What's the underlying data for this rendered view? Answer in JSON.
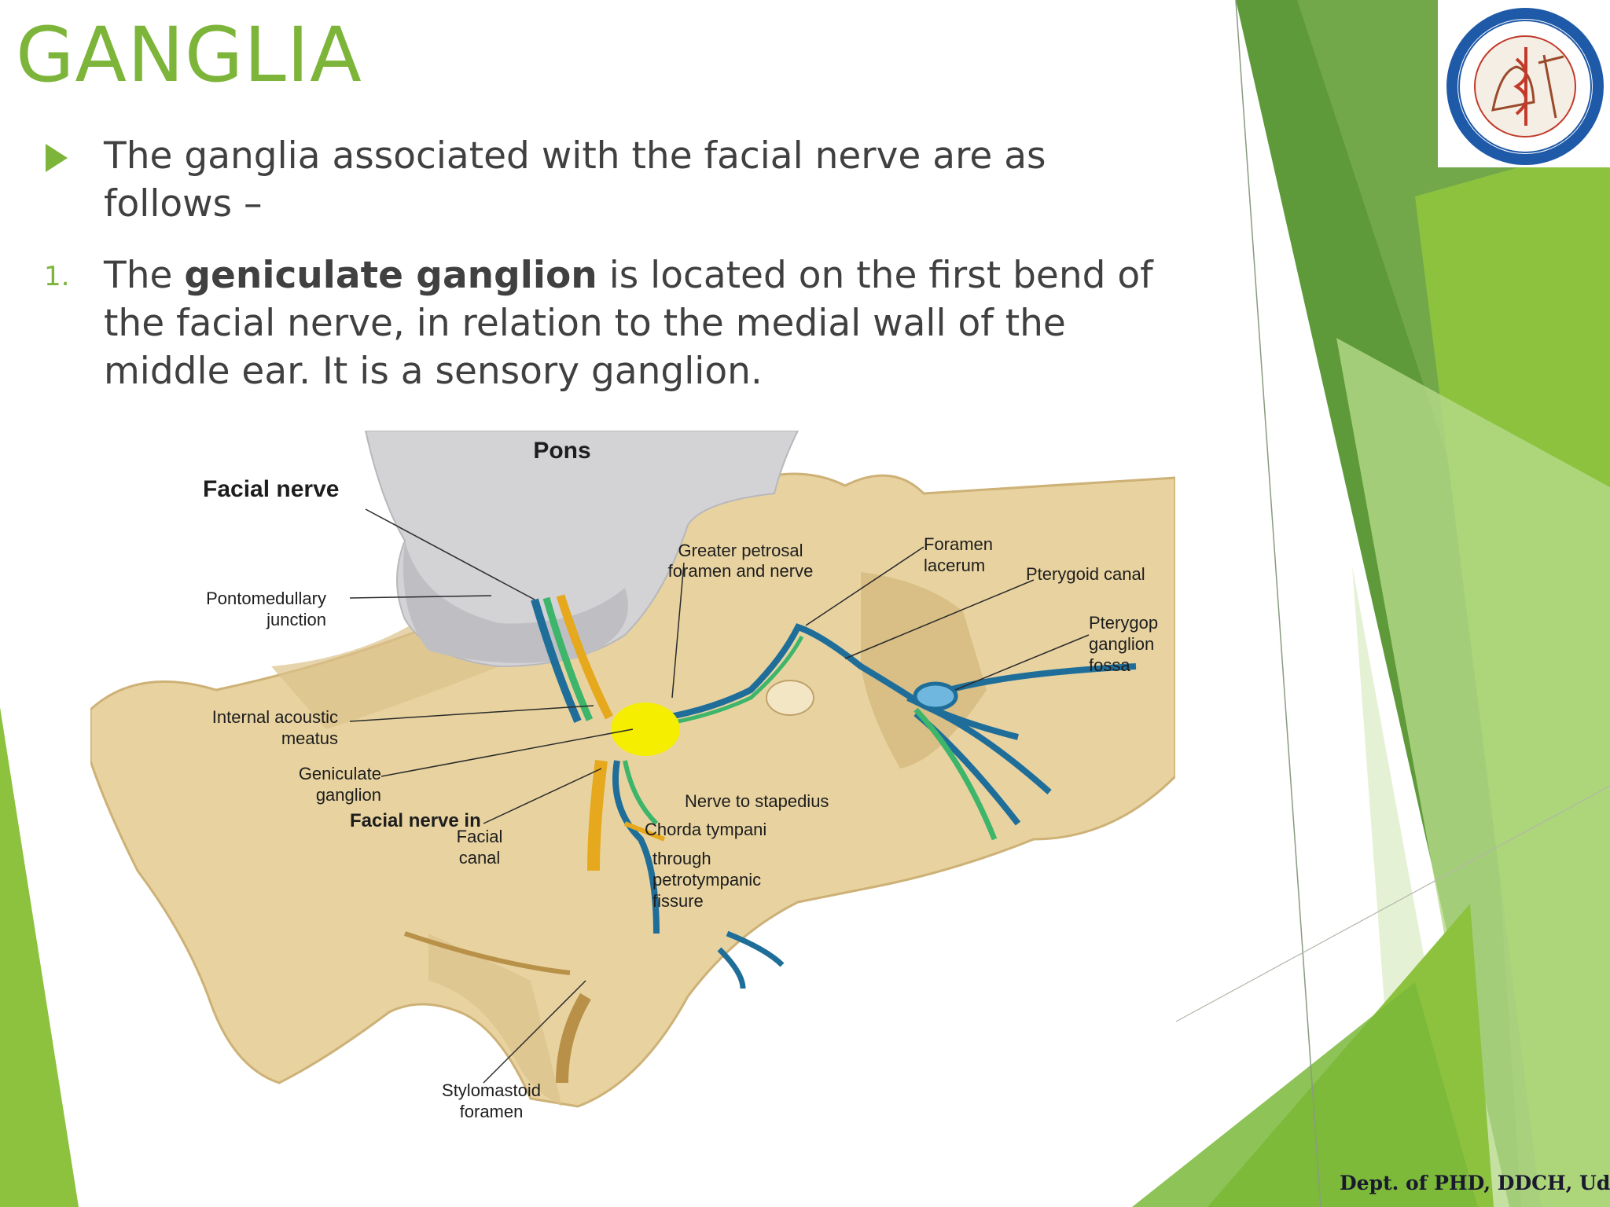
{
  "slide": {
    "title": "GANGLIA",
    "bullet_text": "The ganglia associated with the facial nerve are as follows –",
    "item_number": "1.",
    "item_before": "The ",
    "item_bold": "geniculate ganglion",
    "item_after": " is located on the first bend of the facial nerve, in relation to the medial wall of the middle ear. It is a sensory ganglion.",
    "footer": "Dept. of PHD, DDCH, Udaipur"
  },
  "figure": {
    "labels": {
      "pons": "Pons",
      "facial_nerve": "Facial nerve",
      "pontomedullary_1": "Pontomedullary",
      "pontomedullary_2": "junction",
      "internal_acoustic_1": "Internal acoustic",
      "internal_acoustic_2": "meatus",
      "geniculate_1": "Geniculate",
      "geniculate_2": "ganglion",
      "facial_nerve_in": "Facial nerve in",
      "facial_canal_1": "Facial",
      "facial_canal_2": "canal",
      "greater_petrosal_1": "Greater petrosal",
      "greater_petrosal_2": "foramen and nerve",
      "foramen_lacerum_1": "Foramen",
      "foramen_lacerum_2": "lacerum",
      "pterygoid_canal": "Pterygoid canal",
      "pterygopalatine_1": "Pterygop",
      "pterygopalatine_2": "ganglion",
      "pterygopalatine_3": "fossa",
      "nerve_to_stapedius": "Nerve to stapedius",
      "chorda_tympani": "Chorda tympani",
      "through_1": "through",
      "through_2": "petrotympanic",
      "through_3": "fissure",
      "stylomastoid_1": "Stylomastoid",
      "stylomastoid_2": "foramen"
    }
  },
  "colors": {
    "accent_green": "#7db53a",
    "text_gray": "#404040",
    "bone": "#e8d3a0",
    "ganglion_yellow": "#f5ee00",
    "nerve_blue": "#1f6e9a",
    "nerve_green": "#3db56a",
    "nerve_orange": "#e6a81c"
  },
  "icons": {
    "logo": "college-seal-logo"
  }
}
